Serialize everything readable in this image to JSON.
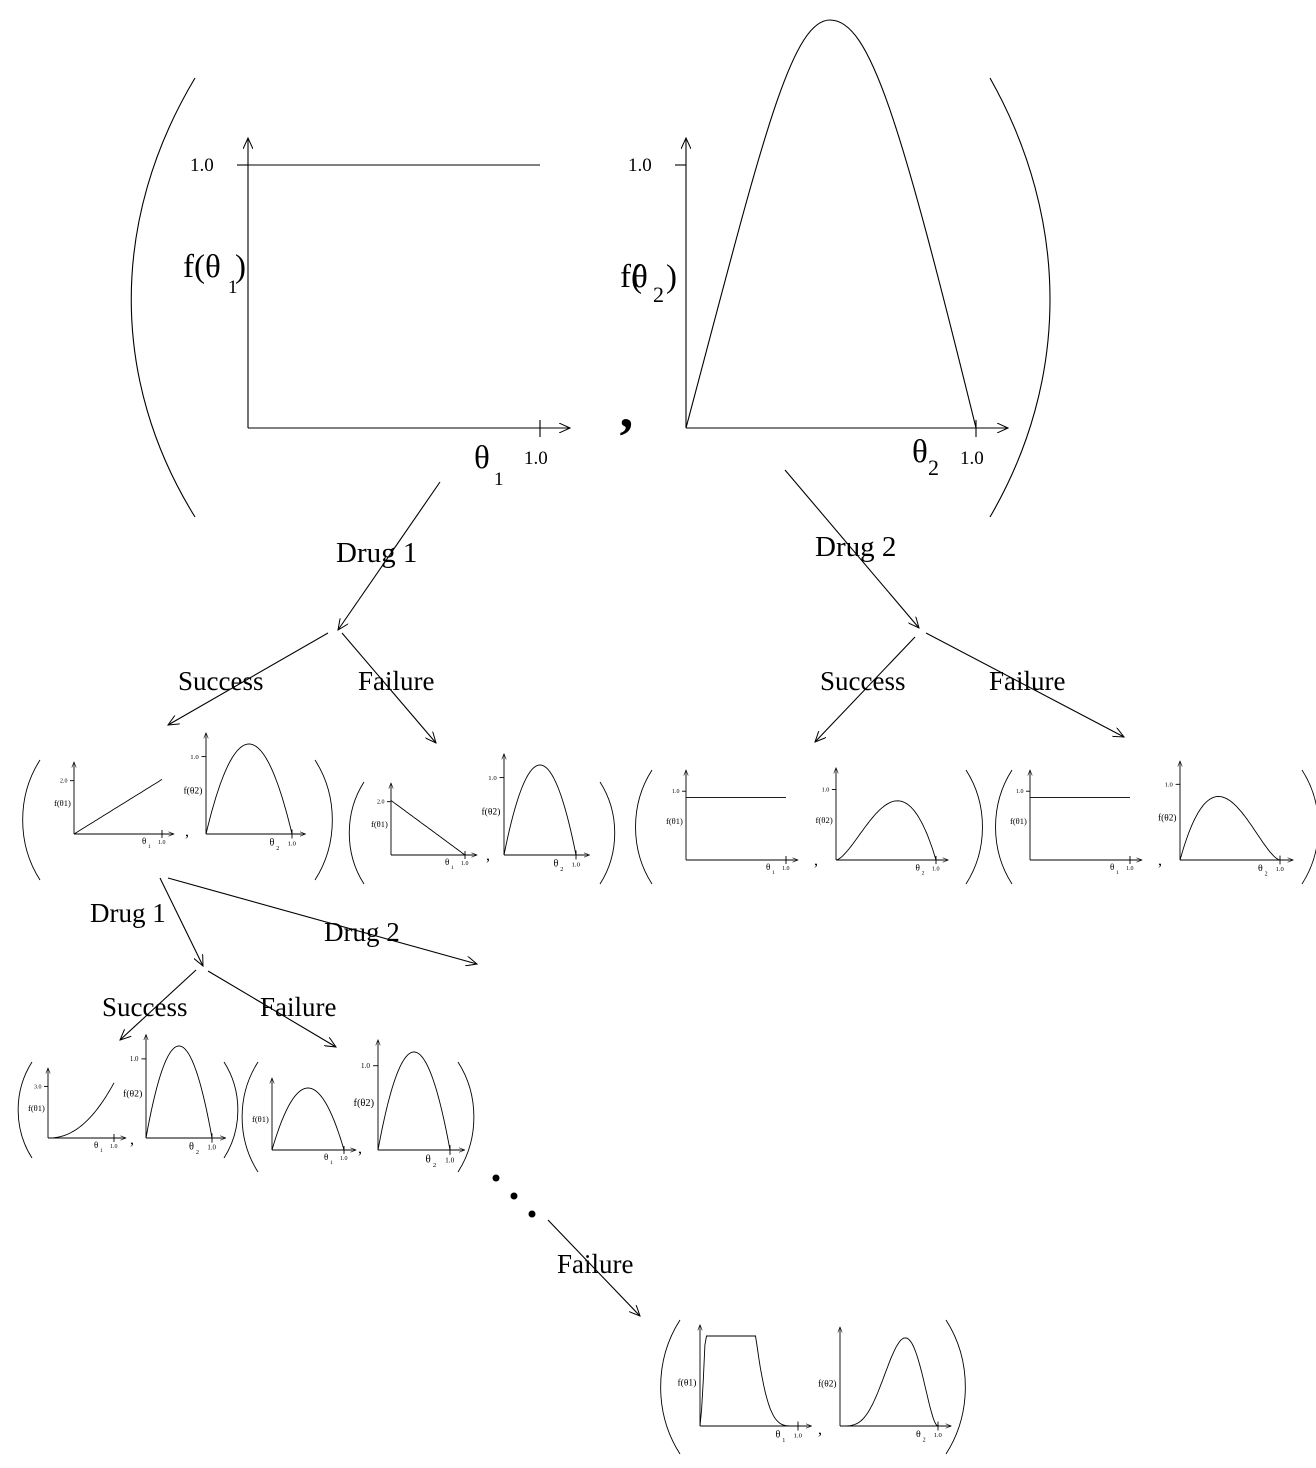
{
  "labels": {
    "drug1": "Drug 1",
    "drug2": "Drug 2",
    "success": "Success",
    "failure": "Failure",
    "one": "1.0",
    "two": "2.0",
    "three": "3.0",
    "comma": ",",
    "f": "f(",
    "theta": "θ",
    "close_paren": ")",
    "sub1": "1",
    "sub2": "2"
  },
  "chart_data": [
    {
      "type": "line",
      "name": "root",
      "series": [
        {
          "var": "θ1",
          "shape": "uniform",
          "ymax": 1.0
        },
        {
          "var": "θ2",
          "shape": "beta(2,2)",
          "ymax": 1.5
        }
      ]
    },
    {
      "type": "line",
      "name": "drug1-success",
      "series": [
        {
          "var": "θ1",
          "shape": "increasing-linear",
          "ymax": 2.0
        },
        {
          "var": "θ2",
          "shape": "beta(2,2)"
        }
      ]
    },
    {
      "type": "line",
      "name": "drug1-failure",
      "series": [
        {
          "var": "θ1",
          "shape": "decreasing-linear",
          "ymax": 2.0
        },
        {
          "var": "θ2",
          "shape": "beta(2,2)"
        }
      ]
    },
    {
      "type": "line",
      "name": "drug2-success",
      "series": [
        {
          "var": "θ1",
          "shape": "uniform",
          "ymax": 1.0
        },
        {
          "var": "θ2",
          "shape": "beta(3,2)"
        }
      ]
    },
    {
      "type": "line",
      "name": "drug2-failure",
      "series": [
        {
          "var": "θ1",
          "shape": "uniform",
          "ymax": 1.0
        },
        {
          "var": "θ2",
          "shape": "beta(2,3)"
        }
      ]
    },
    {
      "type": "line",
      "name": "drug1-success-drug1-success",
      "series": [
        {
          "var": "θ1",
          "shape": "quadratic-increasing",
          "ymax": 3.0
        },
        {
          "var": "θ2",
          "shape": "beta(2,2)"
        }
      ]
    },
    {
      "type": "line",
      "name": "drug1-success-drug1-failure",
      "series": [
        {
          "var": "θ1",
          "shape": "beta(2,2)"
        },
        {
          "var": "θ2",
          "shape": "beta(2,2)"
        }
      ]
    },
    {
      "type": "line",
      "name": "final-failure",
      "series": [
        {
          "var": "θ1",
          "shape": "skewed-left-peak"
        },
        {
          "var": "θ2",
          "shape": "skewed-right-peak"
        }
      ]
    }
  ]
}
